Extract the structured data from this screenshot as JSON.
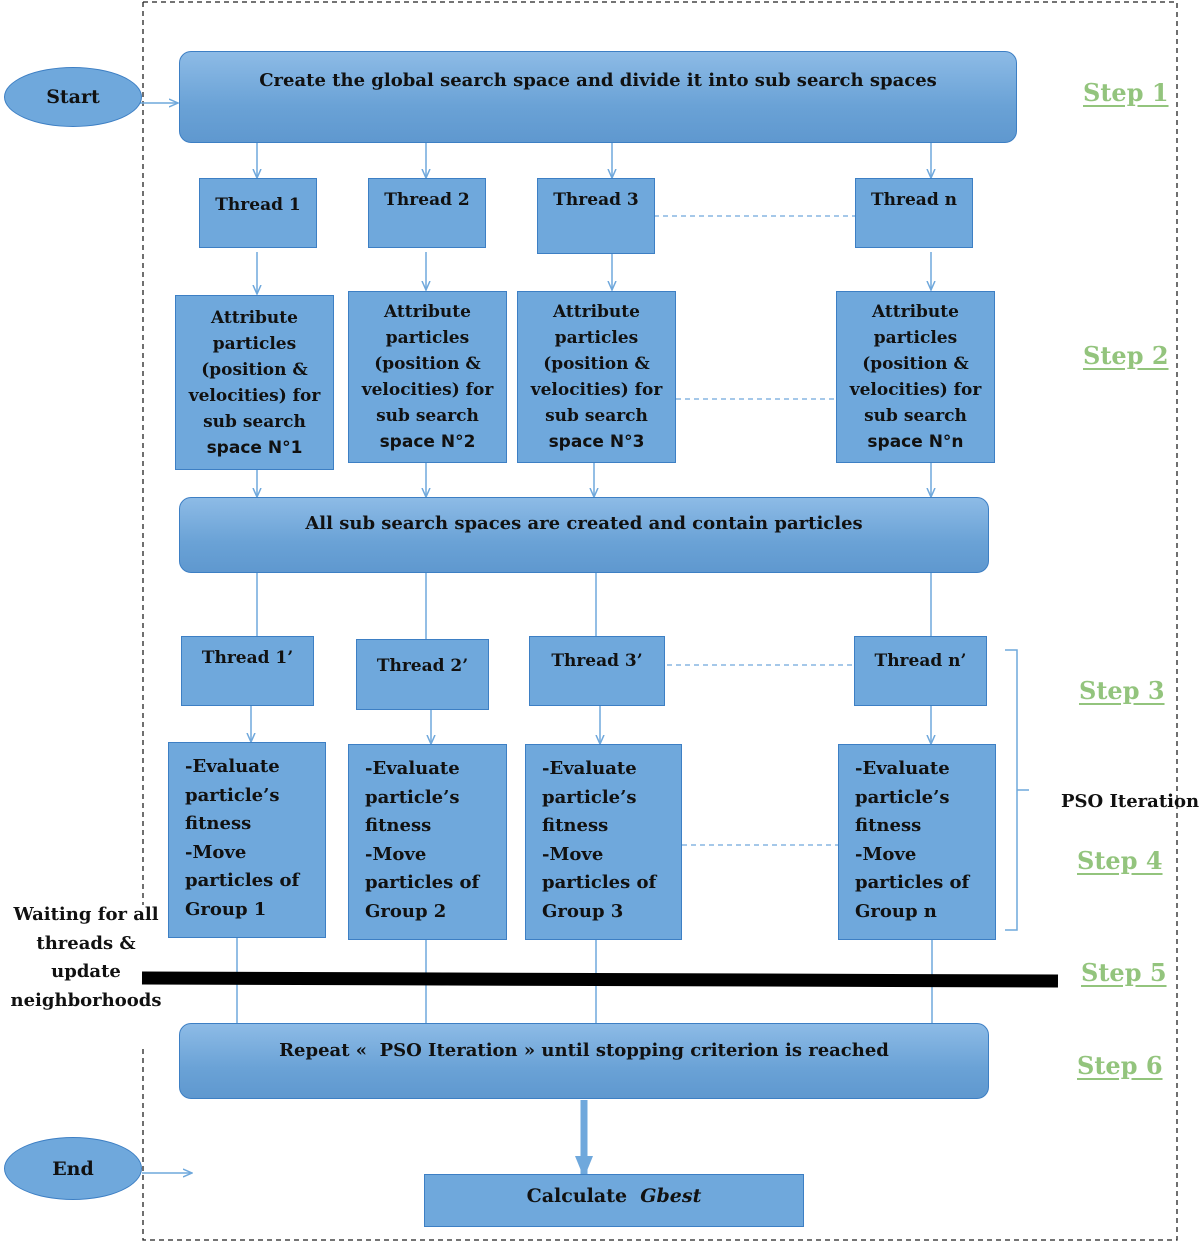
{
  "start_label": "Start",
  "end_label": "End",
  "top_banner": "Create the global search space and divide it into sub search spaces",
  "threads_a": [
    "Thread 1",
    "Thread 2",
    "Thread 3",
    "Thread n"
  ],
  "attribute_boxes": [
    [
      "Attribute",
      "particles",
      "(position &",
      "velocities) for",
      "sub search",
      "space N°1"
    ],
    [
      "Attribute",
      "particles",
      "(position &",
      "velocities) for",
      "sub search",
      "space N°2"
    ],
    [
      "Attribute",
      "particles",
      "(position &",
      "velocities) for",
      "sub search",
      "space N°3"
    ],
    [
      "Attribute",
      "particles",
      "(position &",
      "velocities) for",
      "sub search",
      "space N°n"
    ]
  ],
  "middle_banner": "All sub search spaces are created and contain particles",
  "threads_b": [
    "Thread 1’",
    "Thread 2’",
    "Thread 3’",
    "Thread n’"
  ],
  "evaluate_boxes": [
    [
      "-Evaluate",
      "particle’s",
      "fitness",
      "-Move",
      "particles of",
      "Group 1"
    ],
    [
      "-Evaluate",
      "particle’s",
      "fitness",
      "-Move",
      "particles of",
      "Group 2"
    ],
    [
      "-Evaluate",
      "particle’s",
      "fitness",
      "-Move",
      "particles of",
      "Group 3"
    ],
    [
      "-Evaluate",
      "particle’s",
      "fitness",
      "-Move",
      "particles of",
      "Group n"
    ]
  ],
  "waiting_label": [
    "Waiting for all",
    "threads &",
    "update",
    "neighborhoods"
  ],
  "repeat_banner": "Repeat «  PSO Iteration » until stopping criterion is reached",
  "calc_label": "Calculate",
  "calc_italic": "Gbest",
  "pso_label": "PSO Iteration",
  "steps": [
    "Step 1",
    "Step 2",
    "Step 3",
    "Step 4",
    "Step 5",
    "Step 6"
  ],
  "colors": {
    "box_fill": "#6fa8dc",
    "box_border": "#3d7fc4",
    "step_text": "#93c47d",
    "line": "#6fa8dc"
  }
}
